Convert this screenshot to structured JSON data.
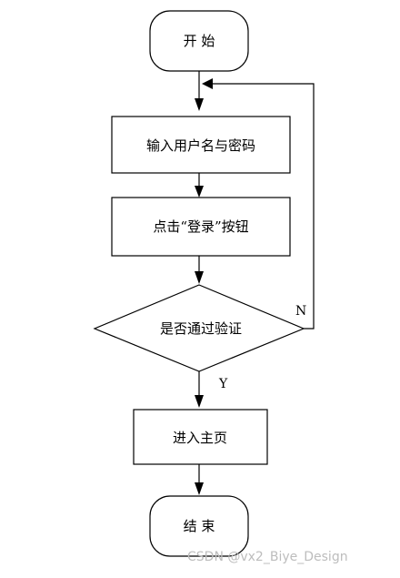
{
  "diagram": {
    "start": {
      "label": "开 始"
    },
    "input": {
      "label": "输入用户名与密码"
    },
    "click_login": {
      "label": "点击“登录”按钮"
    },
    "decision": {
      "label": "是否通过验证"
    },
    "enter_home": {
      "label": "进入主页"
    },
    "end": {
      "label": "结 束"
    },
    "edge_yes": {
      "label": "Y"
    },
    "edge_no": {
      "label": "N"
    }
  },
  "watermark": {
    "text": "CSDN @vx2_Biye_Design"
  },
  "colors": {
    "stroke": "#000000",
    "background": "#ffffff",
    "watermark": "#bdbdbd"
  }
}
